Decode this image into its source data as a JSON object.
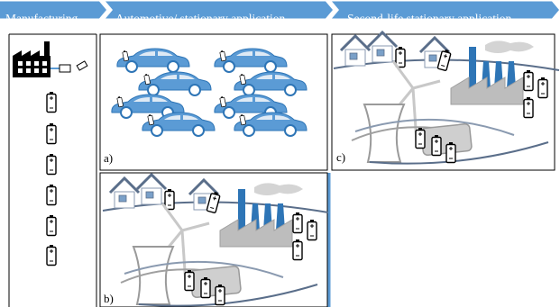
{
  "header": {
    "stages": [
      {
        "label": "Manufacturing"
      },
      {
        "label": "Automotive/ stationary application"
      },
      {
        "label": "Second-life stationary application"
      }
    ],
    "color": "#5b9bd5"
  },
  "panels": {
    "a_label": "a)",
    "b_label": "b)",
    "c_label": "c)"
  },
  "colors": {
    "car_fill": "#5b9bd5",
    "car_stroke": "#2e75b6",
    "battery_stroke": "#000000",
    "factory_dark": "#000000",
    "infrastructure_gray": "#b0b0b0",
    "chimney_blue": "#2e75b6"
  },
  "icons": [
    "factory-icon",
    "battery-icon",
    "car-icon",
    "house-icon",
    "power-plant-icon",
    "wind-turbine-icon",
    "cooling-tower-icon"
  ]
}
